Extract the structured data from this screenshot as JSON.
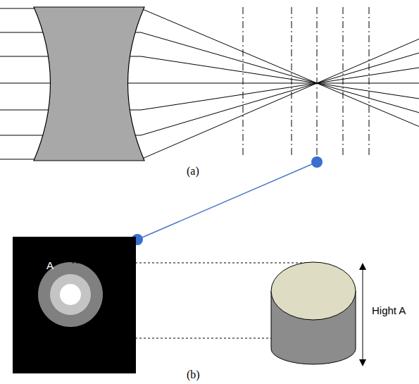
{
  "diagram": {
    "labels": [
      "(a)",
      "(b)",
      "A",
      "Hight A"
    ]
  }
}
